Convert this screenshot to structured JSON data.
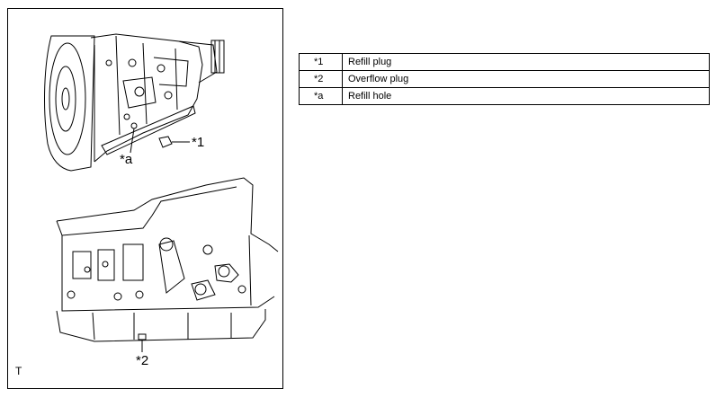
{
  "figure": {
    "callouts": {
      "refill_plug": "*1",
      "refill_hole": "*a",
      "overflow_plug": "*2"
    },
    "corner_mark": "T"
  },
  "legend": {
    "rows": [
      {
        "code": "*1",
        "label": "Refill plug"
      },
      {
        "code": "*2",
        "label": "Overflow plug"
      },
      {
        "code": "*a",
        "label": "Refill hole"
      }
    ]
  }
}
